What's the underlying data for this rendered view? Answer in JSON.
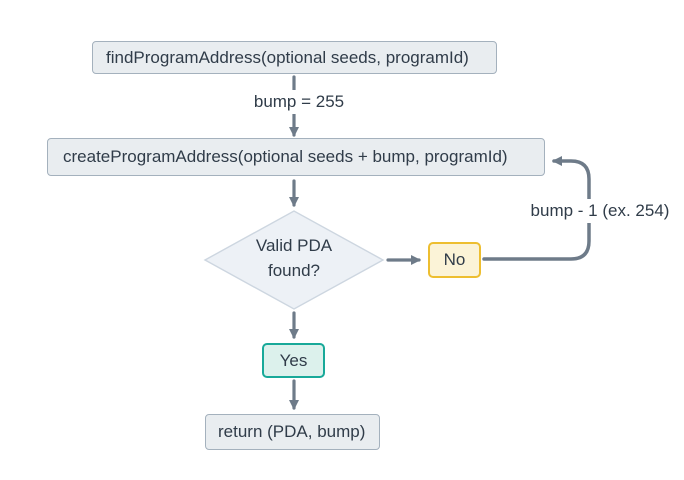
{
  "diagram": {
    "title_implicit": "PDA derivation flowchart",
    "nodes": {
      "find": {
        "label": "findProgramAddress(optional seeds, programId)"
      },
      "create": {
        "label": "createProgramAddress(optional seeds + bump, programId)"
      },
      "decision": {
        "line1": "Valid PDA",
        "line2": "found?"
      },
      "no": {
        "label": "No"
      },
      "yes": {
        "label": "Yes"
      },
      "return": {
        "label": "return (PDA, bump)"
      }
    },
    "edge_labels": {
      "bump_init": "bump = 255",
      "bump_decrement": "bump - 1 (ex. 254)"
    }
  },
  "palette": {
    "node_fill": "#e9edf0",
    "node_border": "#a4b1bd",
    "diamond_fill": "#edf1f6",
    "diamond_border": "#cdd6e0",
    "no_fill": "#fbf3d7",
    "no_border": "#edbe30",
    "yes_fill": "#dcf1ec",
    "yes_border": "#18a999",
    "arrow": "#6e7b89",
    "text": "#303c49",
    "bg": "#ffffff"
  }
}
